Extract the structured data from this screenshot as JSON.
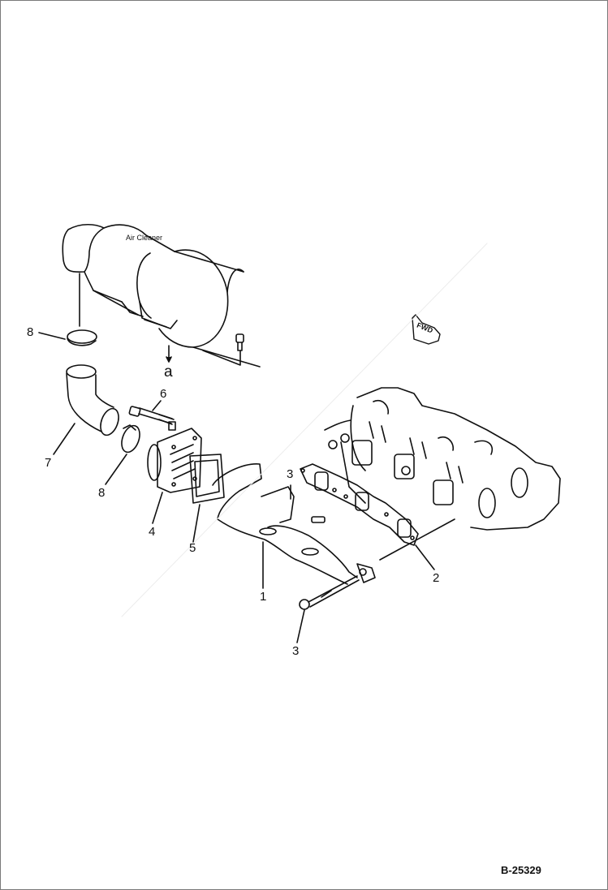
{
  "figure": {
    "number": "B-25329",
    "annotations": {
      "air_cleaner": "Air Cleaner",
      "view_ref": "a",
      "direction": "FWD"
    },
    "callouts": [
      {
        "id": "1",
        "part": "exhaust-manifold"
      },
      {
        "id": "2",
        "part": "manifold-gasket"
      },
      {
        "id": "3",
        "part": "manifold-bolt-top"
      },
      {
        "id": "3",
        "part": "manifold-bolt-bottom"
      },
      {
        "id": "4",
        "part": "intake-elbow"
      },
      {
        "id": "5",
        "part": "elbow-gasket"
      },
      {
        "id": "6",
        "part": "elbow-bolt"
      },
      {
        "id": "7",
        "part": "intake-hose"
      },
      {
        "id": "8",
        "part": "hose-clamp-upper"
      },
      {
        "id": "8",
        "part": "hose-clamp-lower"
      }
    ]
  }
}
